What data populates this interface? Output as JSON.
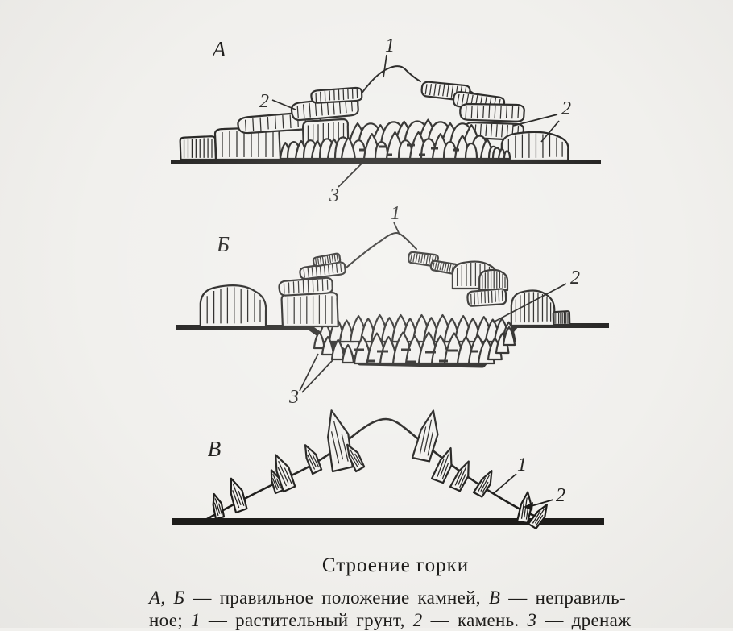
{
  "colors": {
    "paper": "#f1f0ed",
    "ink": "#1d1c1a"
  },
  "figure": {
    "diagrams": {
      "a": {
        "label": "А",
        "callout_soil": "1",
        "callout_stone_left": "2",
        "callout_stone_right": "2",
        "callout_drainage": "3"
      },
      "b": {
        "label": "Б",
        "callout_soil": "1",
        "callout_stone": "2",
        "callout_drainage": "3"
      },
      "v": {
        "label": "В",
        "callout_soil": "1",
        "callout_stone": "2"
      }
    },
    "caption": {
      "title": "Строение горки",
      "legend": {
        "l1_keys": "А, Б",
        "l1_text1": " — правильное положение камней, ",
        "l1_key2": "В",
        "l1_text2": " — неправиль-",
        "l2_text0": "ное; ",
        "l2_key1": "1",
        "l2_text1": " — растительный грунт, ",
        "l2_key2": "2",
        "l2_text2": " — камень. ",
        "l2_key3": "3",
        "l2_text3": " — дренаж"
      }
    }
  }
}
